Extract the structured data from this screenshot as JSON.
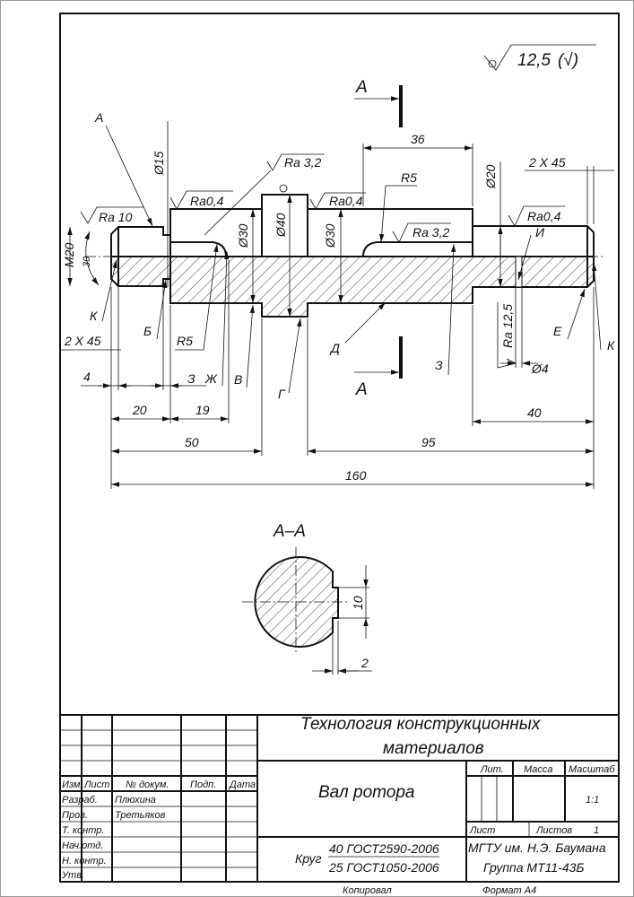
{
  "drawing": {
    "roughness_general": {
      "value": "12,5",
      "suffix": "(√)"
    },
    "section_mark": "А",
    "section_title": "А–А",
    "roughness": {
      "ra10": "Ra 10",
      "ra04_left": "Ra0,4",
      "ra32_top": "Ra 3,2",
      "ra04_mid": "Ra0,4",
      "ra32_bore": "Ra 3,2",
      "ra04_right": "Ra0,4",
      "ra125": "Ra 12,5"
    },
    "dimensions": {
      "d15": "Ø15",
      "m20": "M20",
      "d30_left": "Ø30",
      "d40": "Ø40",
      "d30_right": "Ø30",
      "d20": "Ø20",
      "d4": "Ø4",
      "angle30": "30",
      "chamfer_left": "2 X 45",
      "chamfer_right": "2 X 45",
      "r5_left": "R5",
      "r5_right": "R5",
      "l4": "4",
      "l20": "20",
      "l19": "19",
      "l50": "50",
      "l95": "95",
      "l160": "160",
      "l40": "40",
      "l36": "36",
      "key10": "10",
      "key2": "2"
    },
    "letters": {
      "a": "А",
      "k_left": "К",
      "b": "Б",
      "z_left": "З",
      "zh": "Ж",
      "v": "В",
      "g": "Г",
      "d": "Д",
      "z_right": "З",
      "e": "Е",
      "k_right": "К",
      "i": "И"
    }
  },
  "title_block": {
    "subject": [
      "Технология конструкционных",
      "материалов"
    ],
    "part_name": "Вал ротора",
    "headers": {
      "izm": "Изм.",
      "list": "Лист",
      "doc": "№ докум.",
      "sign": "Подп.",
      "date": "Дата"
    },
    "roles": [
      "Разраб.",
      "Пров.",
      "Т. контр.",
      "Нач.отд.",
      "Н. контр.",
      "Утв."
    ],
    "names": [
      "Плюхина",
      "Третьяков"
    ],
    "lit_label": "Лит.",
    "mass_label": "Масса",
    "scale_label": "Масштаб",
    "scale_value": "1:1",
    "sheet_label": "Лист",
    "sheets_label": "Листов",
    "sheets_value": "1",
    "material_prefix": "Круг",
    "material_top": "40 ГОСТ2590-2006",
    "material_bottom": "25 ГОСТ1050-2006",
    "organization": "МГТУ им. Н.Э. Баумана",
    "group": "Группа МТ11-43Б",
    "copied": "Копировал",
    "format": "Формат А4"
  }
}
